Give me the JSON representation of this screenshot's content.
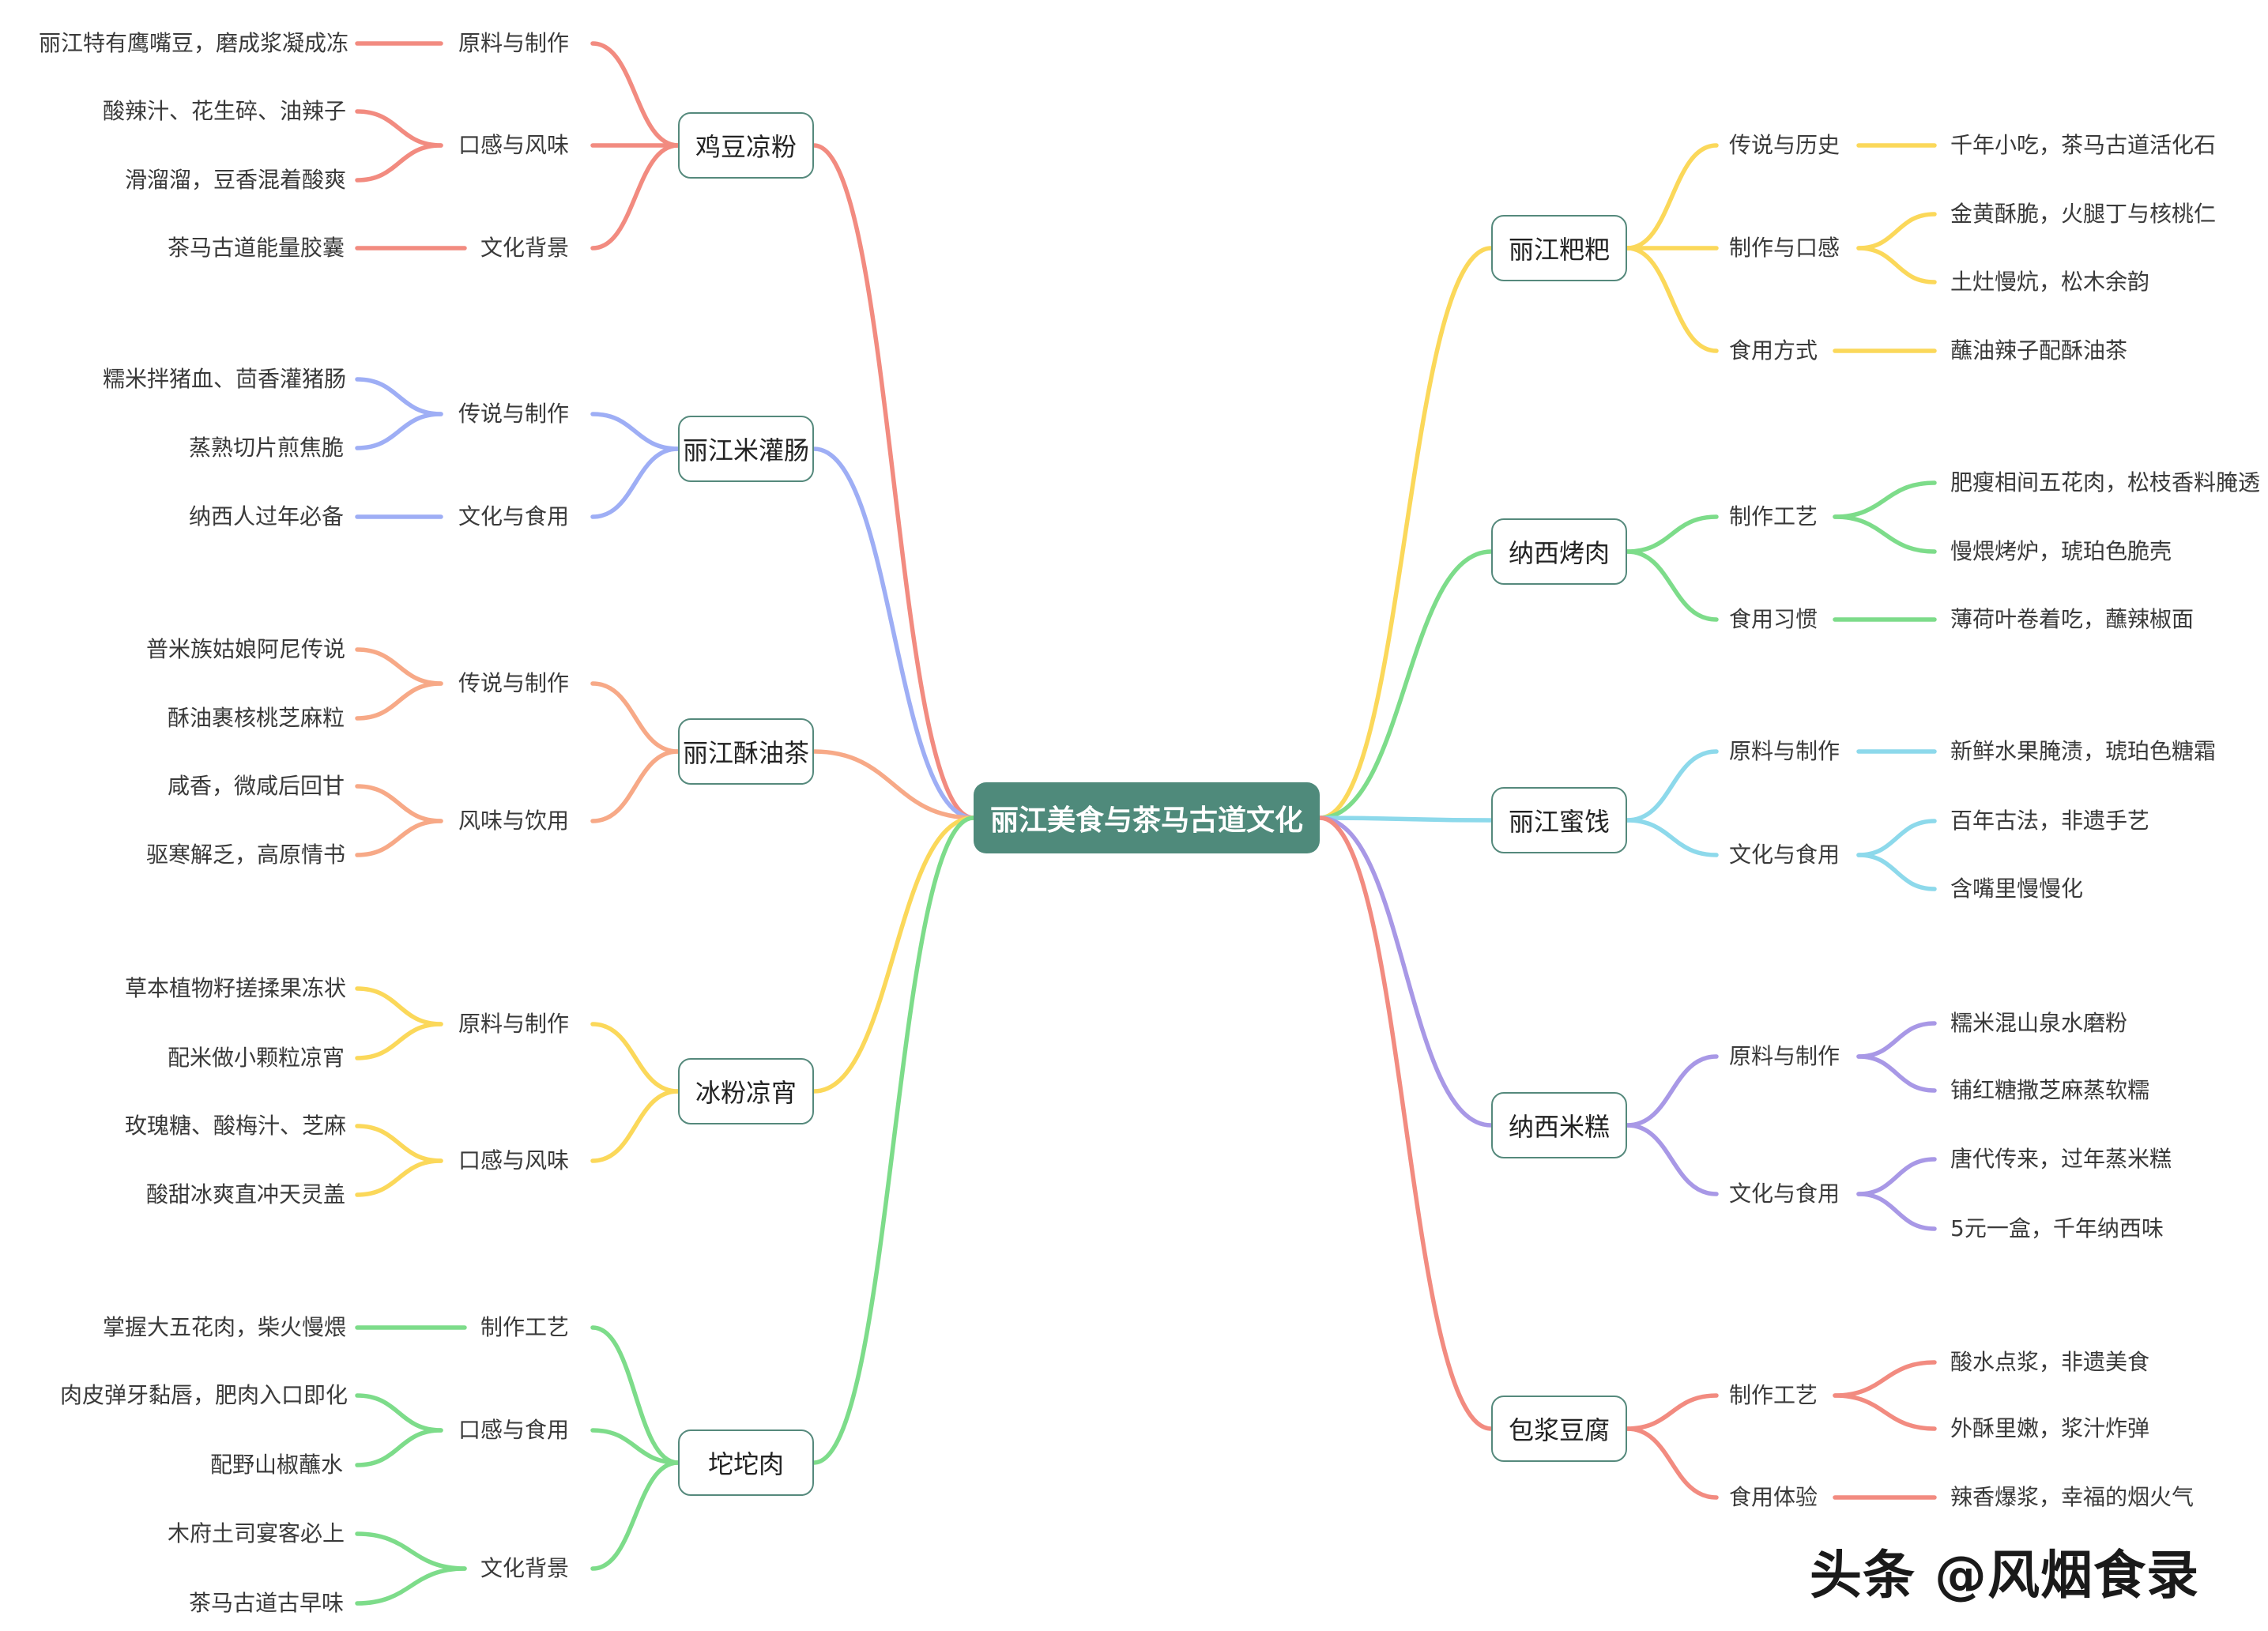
{
  "center": {
    "label": "丽江美食与茶马古道文化"
  },
  "branches": [
    {
      "label": "鸡豆凉粉",
      "color": "#f28b80",
      "subs": [
        {
          "label": "原料与制作",
          "leaves": [
            "丽江特有鹰嘴豆，磨成浆凝成冻"
          ]
        },
        {
          "label": "口感与风味",
          "leaves": [
            "酸辣汁、花生碎、油辣子",
            "滑溜溜，豆香混着酸爽"
          ]
        },
        {
          "label": "文化背景",
          "leaves": [
            "茶马古道能量胶囊"
          ]
        }
      ]
    },
    {
      "label": "丽江米灌肠",
      "color": "#9eaef5",
      "subs": [
        {
          "label": "传说与制作",
          "leaves": [
            "糯米拌猪血、茴香灌猪肠",
            "蒸熟切片煎焦脆"
          ]
        },
        {
          "label": "文化与食用",
          "leaves": [
            "纳西人过年必备"
          ]
        }
      ]
    },
    {
      "label": "丽江酥油茶",
      "color": "#f7a987",
      "subs": [
        {
          "label": "传说与制作",
          "leaves": [
            "普米族姑娘阿尼传说",
            "酥油裹核桃芝麻粒"
          ]
        },
        {
          "label": "风味与饮用",
          "leaves": [
            "咸香，微咸后回甘",
            "驱寒解乏，高原情书"
          ]
        }
      ]
    },
    {
      "label": "冰粉凉宵",
      "color": "#fbd85a",
      "subs": [
        {
          "label": "原料与制作",
          "leaves": [
            "草本植物籽搓揉果冻状",
            "配米做小颗粒凉宵"
          ]
        },
        {
          "label": "口感与风味",
          "leaves": [
            "玫瑰糖、酸梅汁、芝麻",
            "酸甜冰爽直冲天灵盖"
          ]
        }
      ]
    },
    {
      "label": "坨坨肉",
      "color": "#7ddc8a",
      "subs": [
        {
          "label": "制作工艺",
          "leaves": [
            "掌握大五花肉，柴火慢煨"
          ]
        },
        {
          "label": "口感与食用",
          "leaves": [
            "肉皮弹牙黏唇，肥肉入口即化",
            "配野山椒蘸水"
          ]
        },
        {
          "label": "文化背景",
          "leaves": [
            "木府土司宴客必上",
            "茶马古道古早味"
          ]
        }
      ]
    },
    {
      "label": "丽江粑粑",
      "color": "#fbd85a",
      "subs": [
        {
          "label": "传说与历史",
          "leaves": [
            "千年小吃，茶马古道活化石"
          ]
        },
        {
          "label": "制作与口感",
          "leaves": [
            "金黄酥脆，火腿丁与核桃仁",
            "土灶慢炕，松木余韵"
          ]
        },
        {
          "label": "食用方式",
          "leaves": [
            "蘸油辣子配酥油茶"
          ]
        }
      ]
    },
    {
      "label": "纳西烤肉",
      "color": "#7ddc8a",
      "subs": [
        {
          "label": "制作工艺",
          "leaves": [
            "肥瘦相间五花肉，松枝香料腌透",
            "慢煨烤炉，琥珀色脆壳"
          ]
        },
        {
          "label": "食用习惯",
          "leaves": [
            "薄荷叶卷着吃，蘸辣椒面"
          ]
        }
      ]
    },
    {
      "label": "丽江蜜饯",
      "color": "#8dd9eb",
      "subs": [
        {
          "label": "原料与制作",
          "leaves": [
            "新鲜水果腌渍，琥珀色糖霜"
          ]
        },
        {
          "label": "文化与食用",
          "leaves": [
            "百年古法，非遗手艺",
            "含嘴里慢慢化"
          ]
        }
      ]
    },
    {
      "label": "纳西米糕",
      "color": "#a898e6",
      "subs": [
        {
          "label": "原料与制作",
          "leaves": [
            "糯米混山泉水磨粉",
            "铺红糖撒芝麻蒸软糯"
          ]
        },
        {
          "label": "文化与食用",
          "leaves": [
            "唐代传来，过年蒸米糕",
            "5元一盒，千年纳西味"
          ]
        }
      ]
    },
    {
      "label": "包浆豆腐",
      "color": "#f28b80",
      "subs": [
        {
          "label": "制作工艺",
          "leaves": [
            "酸水点浆，非遗美食",
            "外酥里嫩，浆汁炸弹"
          ]
        },
        {
          "label": "食用体验",
          "leaves": [
            "辣香爆浆，幸福的烟火气"
          ]
        }
      ]
    }
  ],
  "watermark": "头条 @风烟食录"
}
